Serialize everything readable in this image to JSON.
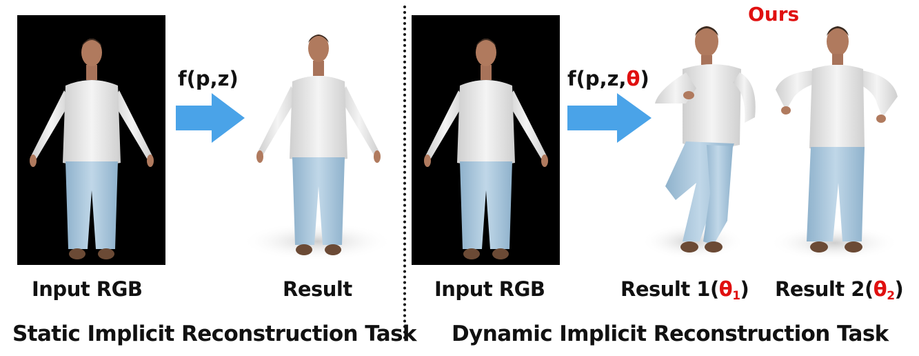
{
  "left": {
    "function_label": "f(p,z)",
    "input_label": "Input RGB",
    "result_label": "Result",
    "task_title": "Static Implicit Reconstruction Task"
  },
  "right": {
    "function_prefix": "f(p,z,",
    "function_theta": "θ",
    "function_suffix": ")",
    "ours_label": "Ours",
    "input_label": "Input RGB",
    "result1_prefix": "Result 1(",
    "result1_theta": "θ",
    "result1_sub": "1",
    "result1_suffix": ")",
    "result2_prefix": "Result 2(",
    "result2_theta": "θ",
    "result2_sub": "2",
    "result2_suffix": ")",
    "task_title": "Dynamic Implicit Reconstruction Task"
  },
  "colors": {
    "arrow": "#4aa3e8",
    "highlight": "#e01010",
    "shirt": "#e8e8e8",
    "jeans": "#a9c6dc",
    "skin": "#b07a5e",
    "hair": "#3a2a20",
    "shoes": "#6b4a35"
  }
}
